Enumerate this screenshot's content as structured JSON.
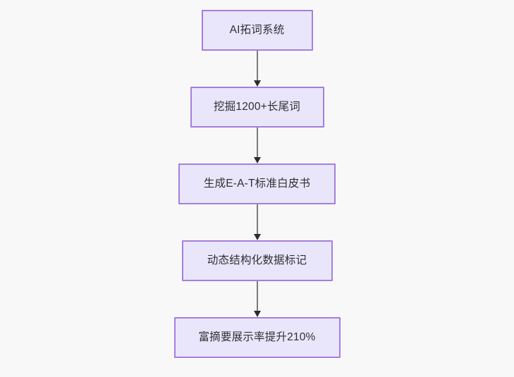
{
  "diagram": {
    "type": "flowchart",
    "orientation": "top-to-bottom",
    "background_color": "#f8f8f8",
    "node_fill_color": "#e9e6fb",
    "node_border_color": "#a57ede",
    "node_text_color": "#2f3033",
    "edge_line_color": "#7b7b7b",
    "edge_arrow_color": "#2b2b2b",
    "nodes": [
      {
        "id": "node-1",
        "label": "AI拓词系统"
      },
      {
        "id": "node-2",
        "label": "挖掘1200+长尾词"
      },
      {
        "id": "node-3",
        "label": "生成E-A-T标准白皮书"
      },
      {
        "id": "node-4",
        "label": "动态结构化数据标记"
      },
      {
        "id": "node-5",
        "label": "富摘要展示率提升210%"
      }
    ],
    "edges": [
      {
        "id": "edge-1",
        "from": "node-1",
        "to": "node-2",
        "label": ""
      },
      {
        "id": "edge-2",
        "from": "node-2",
        "to": "node-3",
        "label": ""
      },
      {
        "id": "edge-3",
        "from": "node-3",
        "to": "node-4",
        "label": ""
      },
      {
        "id": "edge-4",
        "from": "node-4",
        "to": "node-5",
        "label": ""
      }
    ]
  }
}
